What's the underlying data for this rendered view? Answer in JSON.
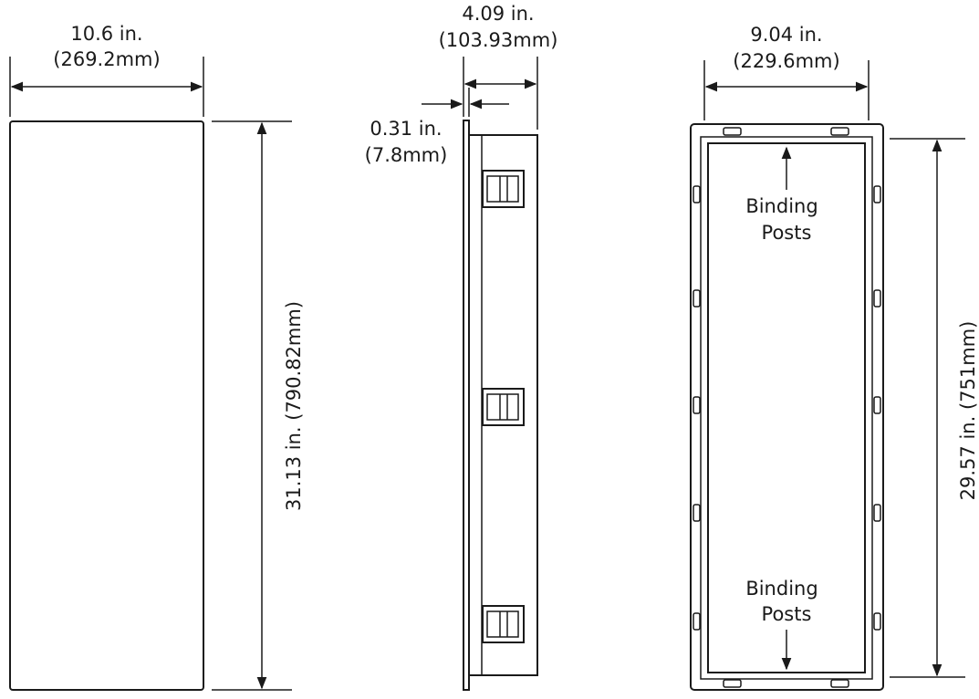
{
  "front_view": {
    "width_in": "10.6 in.",
    "width_mm": "(269.2mm)",
    "height_label": "31.13 in. (790.82mm)"
  },
  "side_view": {
    "depth_in": "4.09 in.",
    "depth_mm": "(103.93mm)",
    "bezel_in": "0.31 in.",
    "bezel_mm": "(7.8mm)"
  },
  "back_view": {
    "width_in": "9.04 in.",
    "width_mm": "(229.6mm)",
    "height_label": "29.57 in. (751mm)",
    "top_callout": [
      "Binding",
      "Posts"
    ],
    "bottom_callout": [
      "Binding",
      "Posts"
    ]
  },
  "colors": {
    "line": "#1a1a1a",
    "fill": "#ffffff"
  }
}
